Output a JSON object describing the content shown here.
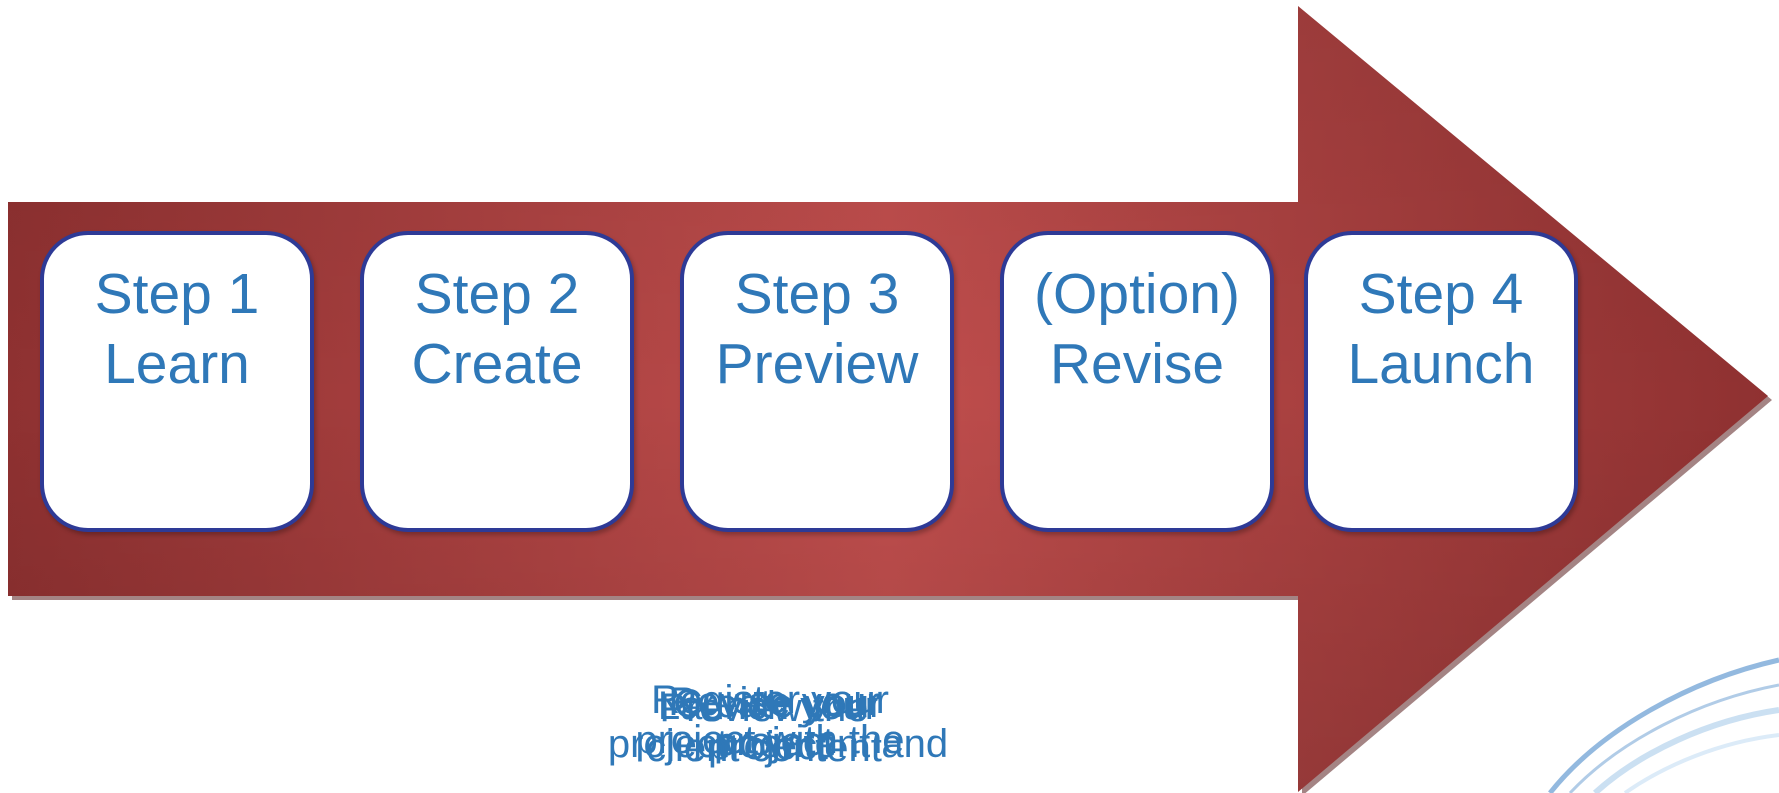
{
  "colors": {
    "arrow_dark": "#8f3131",
    "arrow_light": "#c04e4d",
    "card_border": "#2e3a96",
    "text_blue": "#2f78b8",
    "swoosh": "#3b7fc4"
  },
  "steps": [
    {
      "line1": "Step 1",
      "line2": "Learn"
    },
    {
      "line1": "Step 2",
      "line2": "Create"
    },
    {
      "line1": "Step 3",
      "line2": "Preview"
    },
    {
      "line1": "(Option)",
      "line2": "Revise"
    },
    {
      "line1": "Step 4",
      "line2": "Launch"
    }
  ],
  "descriptions": [
    {
      "line1": "Register your",
      "line2": "project with the"
    },
    {
      "line1": "Create your",
      "line2": "project content and"
    },
    {
      "line1": "Preview the",
      "line2": "client content"
    },
    {
      "line1": "Revise your",
      "line2": "project"
    },
    {
      "line1": "Launch your",
      "line2": "project"
    }
  ]
}
